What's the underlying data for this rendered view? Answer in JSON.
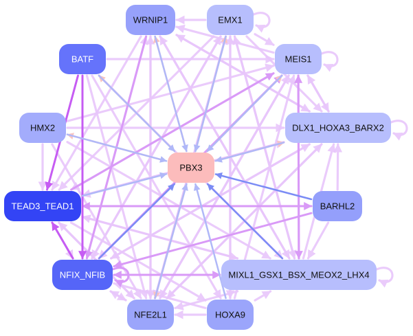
{
  "graph": {
    "title": "",
    "edge_colors": {
      "light": "#e8c6fb",
      "medium": "#d99af7",
      "strong": "#c65cf3",
      "blue_light": "#b0b8f8",
      "blue": "#7b8cf5",
      "salmon": "#f9c4c0"
    },
    "nodes": [
      {
        "id": "WRNIP1",
        "label": "WRNIP1",
        "fill": "#97a1fb",
        "text_color": "#111111"
      },
      {
        "id": "EMX1",
        "label": "EMX1",
        "fill": "#b7befd",
        "text_color": "#111111"
      },
      {
        "id": "BATF",
        "label": "BATF",
        "fill": "#6573fb",
        "text_color": "#ffffff"
      },
      {
        "id": "MEIS1",
        "label": "MEIS1",
        "fill": "#b7befd",
        "text_color": "#111111"
      },
      {
        "id": "HMX2",
        "label": "HMX2",
        "fill": "#a3acfc",
        "text_color": "#111111"
      },
      {
        "id": "DLX1_HOXA3_BARX2",
        "label": "DLX1_HOXA3_BARX2",
        "fill": "#b7befd",
        "text_color": "#111111"
      },
      {
        "id": "PBX3",
        "label": "PBX3",
        "fill": "#fcbcbc",
        "text_color": "#111111"
      },
      {
        "id": "TEAD3_TEAD1",
        "label": "TEAD3_TEAD1",
        "fill": "#3344f5",
        "text_color": "#ffffff"
      },
      {
        "id": "BARHL2",
        "label": "BARHL2",
        "fill": "#949ffb",
        "text_color": "#111111"
      },
      {
        "id": "NFIX_NFIB",
        "label": "NFIX_NFIB",
        "fill": "#5565f8",
        "text_color": "#ffffff"
      },
      {
        "id": "MIXL1_GSX1_BSX_MEOX2_LHX4",
        "label": "MIXL1_GSX1_BSX_MEOX2_LHX4",
        "fill": "#b7befd",
        "text_color": "#111111"
      },
      {
        "id": "NFE2L1",
        "label": "NFE2L1",
        "fill": "#9ba5fb",
        "text_color": "#111111"
      },
      {
        "id": "HOXA9",
        "label": "HOXA9",
        "fill": "#9ba5fb",
        "text_color": "#111111"
      }
    ],
    "edges": [
      {
        "source": "EMX1",
        "target": "WRNIP1",
        "color": "light"
      },
      {
        "source": "EMX1",
        "target": "EMX1",
        "color": "light",
        "self": true
      },
      {
        "source": "MEIS1",
        "target": "MEIS1",
        "color": "light",
        "self": true
      },
      {
        "source": "DLX1_HOXA3_BARX2",
        "target": "DLX1_HOXA3_BARX2",
        "color": "light",
        "self": true
      },
      {
        "source": "MIXL1_GSX1_BSX_MEOX2_LHX4",
        "target": "MIXL1_GSX1_BSX_MEOX2_LHX4",
        "color": "light",
        "self": true
      },
      {
        "source": "EMX1",
        "target": "MEIS1",
        "color": "light"
      },
      {
        "source": "MEIS1",
        "target": "DLX1_HOXA3_BARX2",
        "color": "light"
      },
      {
        "source": "DLX1_HOXA3_BARX2",
        "target": "MEIS1",
        "color": "light"
      },
      {
        "source": "HOXA9",
        "target": "NFE2L1",
        "color": "light"
      },
      {
        "source": "HOXA9",
        "target": "MIXL1_GSX1_BSX_MEOX2_LHX4",
        "color": "light"
      },
      {
        "source": "HMX2",
        "target": "TEAD3_TEAD1",
        "color": "light"
      },
      {
        "source": "BATF",
        "target": "TEAD3_TEAD1",
        "color": "strong"
      },
      {
        "source": "BATF",
        "target": "NFIX_NFIB",
        "color": "strong"
      },
      {
        "source": "NFIX_NFIB",
        "target": "TEAD3_TEAD1",
        "color": "strong"
      },
      {
        "source": "TEAD3_TEAD1",
        "target": "NFIX_NFIB",
        "color": "light"
      },
      {
        "source": "BARHL2",
        "target": "TEAD3_TEAD1",
        "color": "medium"
      },
      {
        "source": "BARHL2",
        "target": "NFIX_NFIB",
        "color": "medium"
      },
      {
        "source": "BARHL2",
        "target": "MIXL1_GSX1_BSX_MEOX2_LHX4",
        "color": "light"
      },
      {
        "source": "BARHL2",
        "target": "PBX3",
        "color": "blue"
      },
      {
        "source": "MIXL1_GSX1_BSX_MEOX2_LHX4",
        "target": "PBX3",
        "color": "blue"
      },
      {
        "source": "NFIX_NFIB",
        "target": "PBX3",
        "color": "blue"
      },
      {
        "source": "NFE2L1",
        "target": "PBX3",
        "color": "blue_light"
      },
      {
        "source": "HOXA9",
        "target": "PBX3",
        "color": "blue_light"
      },
      {
        "source": "TEAD3_TEAD1",
        "target": "PBX3",
        "color": "blue_light"
      },
      {
        "source": "HMX2",
        "target": "PBX3",
        "color": "blue_light"
      },
      {
        "source": "BATF",
        "target": "PBX3",
        "color": "blue_light"
      },
      {
        "source": "WRNIP1",
        "target": "PBX3",
        "color": "blue_light"
      },
      {
        "source": "EMX1",
        "target": "PBX3",
        "color": "blue_light"
      },
      {
        "source": "MEIS1",
        "target": "PBX3",
        "color": "blue_light"
      },
      {
        "source": "DLX1_HOXA3_BARX2",
        "target": "PBX3",
        "color": "blue_light"
      },
      {
        "source": "PBX3",
        "target": "BATF",
        "color": "salmon"
      },
      {
        "source": "PBX3",
        "target": "HMX2",
        "color": "salmon"
      },
      {
        "source": "PBX3",
        "target": "WRNIP1",
        "color": "salmon"
      },
      {
        "source": "PBX3",
        "target": "EMX1",
        "color": "salmon"
      },
      {
        "source": "PBX3",
        "target": "MEIS1",
        "color": "salmon"
      },
      {
        "source": "PBX3",
        "target": "DLX1_HOXA3_BARX2",
        "color": "salmon"
      },
      {
        "source": "PBX3",
        "target": "NFE2L1",
        "color": "salmon"
      },
      {
        "source": "WRNIP1",
        "target": "NFIX_NFIB",
        "color": "medium"
      },
      {
        "source": "WRNIP1",
        "target": "MIXL1_GSX1_BSX_MEOX2_LHX4",
        "color": "light"
      },
      {
        "source": "WRNIP1",
        "target": "TEAD3_TEAD1",
        "color": "light"
      },
      {
        "source": "WRNIP1",
        "target": "NFE2L1",
        "color": "light"
      },
      {
        "source": "WRNIP1",
        "target": "DLX1_HOXA3_BARX2",
        "color": "light"
      },
      {
        "source": "EMX1",
        "target": "NFIX_NFIB",
        "color": "light"
      },
      {
        "source": "EMX1",
        "target": "NFE2L1",
        "color": "light"
      },
      {
        "source": "EMX1",
        "target": "MIXL1_GSX1_BSX_MEOX2_LHX4",
        "color": "light"
      },
      {
        "source": "EMX1",
        "target": "HOXA9",
        "color": "light"
      },
      {
        "source": "EMX1",
        "target": "DLX1_HOXA3_BARX2",
        "color": "light"
      },
      {
        "source": "EMX1",
        "target": "TEAD3_TEAD1",
        "color": "light"
      },
      {
        "source": "BATF",
        "target": "MEIS1",
        "color": "light"
      },
      {
        "source": "BATF",
        "target": "NFE2L1",
        "color": "light"
      },
      {
        "source": "BATF",
        "target": "MIXL1_GSX1_BSX_MEOX2_LHX4",
        "color": "light"
      },
      {
        "source": "BATF",
        "target": "HOXA9",
        "color": "light"
      },
      {
        "source": "HMX2",
        "target": "MEIS1",
        "color": "light"
      },
      {
        "source": "HMX2",
        "target": "DLX1_HOXA3_BARX2",
        "color": "light"
      },
      {
        "source": "HMX2",
        "target": "NFE2L1",
        "color": "light"
      },
      {
        "source": "HMX2",
        "target": "MIXL1_GSX1_BSX_MEOX2_LHX4",
        "color": "light"
      },
      {
        "source": "TEAD3_TEAD1",
        "target": "MEIS1",
        "color": "medium"
      },
      {
        "source": "TEAD3_TEAD1",
        "target": "DLX1_HOXA3_BARX2",
        "color": "light"
      },
      {
        "source": "TEAD3_TEAD1",
        "target": "BARHL2",
        "color": "medium"
      },
      {
        "source": "TEAD3_TEAD1",
        "target": "MIXL1_GSX1_BSX_MEOX2_LHX4",
        "color": "light"
      },
      {
        "source": "TEAD3_TEAD1",
        "target": "HOXA9",
        "color": "light"
      },
      {
        "source": "TEAD3_TEAD1",
        "target": "NFE2L1",
        "color": "light"
      },
      {
        "source": "NFIX_NFIB",
        "target": "MEIS1",
        "color": "medium"
      },
      {
        "source": "NFIX_NFIB",
        "target": "DLX1_HOXA3_BARX2",
        "color": "light"
      },
      {
        "source": "NFIX_NFIB",
        "target": "MIXL1_GSX1_BSX_MEOX2_LHX4",
        "color": "medium"
      },
      {
        "source": "NFIX_NFIB",
        "target": "NFE2L1",
        "color": "light"
      },
      {
        "source": "NFIX_NFIB",
        "target": "EMX1",
        "color": "light"
      },
      {
        "source": "NFIX_NFIB",
        "target": "WRNIP1",
        "color": "light"
      },
      {
        "source": "MIXL1_GSX1_BSX_MEOX2_LHX4",
        "target": "NFIX_NFIB",
        "color": "medium"
      },
      {
        "source": "MIXL1_GSX1_BSX_MEOX2_LHX4",
        "target": "MEIS1",
        "color": "medium"
      },
      {
        "source": "MIXL1_GSX1_BSX_MEOX2_LHX4",
        "target": "DLX1_HOXA3_BARX2",
        "color": "light"
      },
      {
        "source": "MIXL1_GSX1_BSX_MEOX2_LHX4",
        "target": "EMX1",
        "color": "light"
      },
      {
        "source": "MIXL1_GSX1_BSX_MEOX2_LHX4",
        "target": "WRNIP1",
        "color": "light"
      },
      {
        "source": "MIXL1_GSX1_BSX_MEOX2_LHX4",
        "target": "TEAD3_TEAD1",
        "color": "light"
      },
      {
        "source": "MIXL1_GSX1_BSX_MEOX2_LHX4",
        "target": "NFE2L1",
        "color": "light"
      },
      {
        "source": "NFE2L1",
        "target": "MEIS1",
        "color": "light"
      },
      {
        "source": "NFE2L1",
        "target": "DLX1_HOXA3_BARX2",
        "color": "light"
      },
      {
        "source": "NFE2L1",
        "target": "TEAD3_TEAD1",
        "color": "light"
      },
      {
        "source": "NFE2L1",
        "target": "NFIX_NFIB",
        "color": "light"
      },
      {
        "source": "NFE2L1",
        "target": "EMX1",
        "color": "light"
      },
      {
        "source": "NFE2L1",
        "target": "WRNIP1",
        "color": "light"
      },
      {
        "source": "HOXA9",
        "target": "MEIS1",
        "color": "light"
      },
      {
        "source": "HOXA9",
        "target": "EMX1",
        "color": "light"
      },
      {
        "source": "HOXA9",
        "target": "NFIX_NFIB",
        "color": "light"
      },
      {
        "source": "DLX1_HOXA3_BARX2",
        "target": "NFIX_NFIB",
        "color": "light"
      },
      {
        "source": "DLX1_HOXA3_BARX2",
        "target": "TEAD3_TEAD1",
        "color": "light"
      },
      {
        "source": "DLX1_HOXA3_BARX2",
        "target": "WRNIP1",
        "color": "light"
      },
      {
        "source": "DLX1_HOXA3_BARX2",
        "target": "NFE2L1",
        "color": "light"
      },
      {
        "source": "BARHL2",
        "target": "DLX1_HOXA3_BARX2",
        "color": "light"
      },
      {
        "source": "MEIS1",
        "target": "NFIX_NFIB",
        "color": "light"
      },
      {
        "source": "MEIS1",
        "target": "NFE2L1",
        "color": "light"
      },
      {
        "source": "MEIS1",
        "target": "MIXL1_GSX1_BSX_MEOX2_LHX4",
        "color": "medium"
      },
      {
        "source": "MEIS1",
        "target": "WRNIP1",
        "color": "light"
      },
      {
        "source": "MEIS1",
        "target": "TEAD3_TEAD1",
        "color": "light"
      },
      {
        "source": "NFIX_NFIB",
        "target": "NFIX_NFIB",
        "color": "medium",
        "self": true
      }
    ]
  }
}
